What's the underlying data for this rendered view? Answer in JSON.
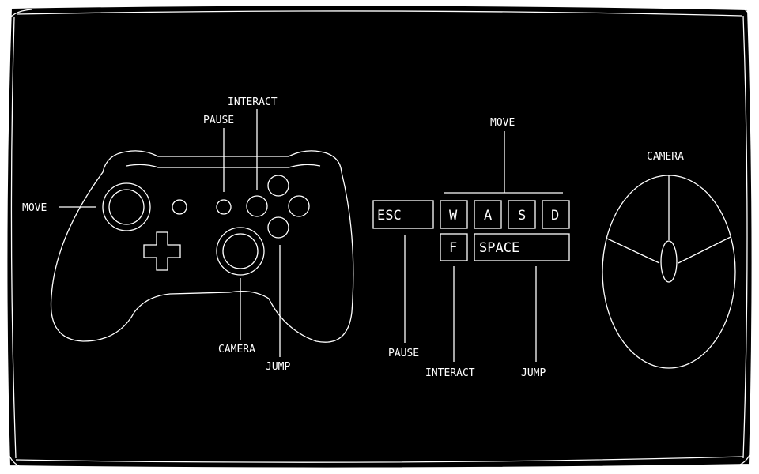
{
  "colors": {
    "panel": "#000000",
    "line": "#ffffff",
    "border": "#ffffff"
  },
  "gamepad": {
    "labels": {
      "move": "MOVE",
      "pause": "PAUSE",
      "interact": "INTERACT",
      "camera": "CAMERA",
      "jump": "JUMP"
    }
  },
  "keyboard": {
    "keys": {
      "esc": "ESC",
      "w": "W",
      "a": "A",
      "s": "S",
      "d": "D",
      "f": "F",
      "space": "SPACE"
    },
    "labels": {
      "move": "MOVE",
      "pause": "PAUSE",
      "interact": "INTERACT",
      "jump": "JUMP"
    }
  },
  "mouse": {
    "labels": {
      "camera": "CAMERA"
    }
  },
  "icons": [
    "gamepad-icon",
    "keyboard-icon",
    "mouse-icon"
  ]
}
